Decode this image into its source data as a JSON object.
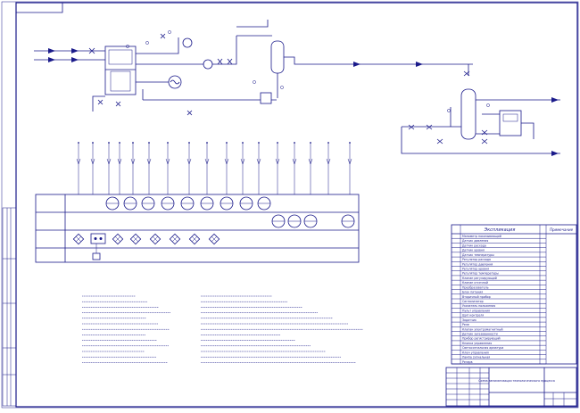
{
  "drawing": {
    "legend_title": "Экспликация",
    "legend_note": "Примечание",
    "stamp_title": "Схема автоматизации технологического процесса"
  },
  "colors": {
    "ink": "#1a1a8a",
    "paper": "#ffffff"
  },
  "legend_rows": [
    "Манометр показывающий",
    "Датчик давления",
    "Датчик расхода",
    "Датчик уровня",
    "Датчик температуры",
    "Регулятор расхода",
    "Регулятор давления",
    "Регулятор уровня",
    "Регулятор температуры",
    "Клапан регулирующий",
    "Клапан отсечной",
    "Преобразователь",
    "Блок питания",
    "Вторичный прибор",
    "Сигнализатор",
    "Указатель положения",
    "Пульт управления",
    "Щит контроля",
    "Задатчик",
    "Реле",
    "Клапан электромагнитный",
    "Датчик загазованности",
    "Прибор регистрирующий",
    "Кнопка управления",
    "Светосигнальная арматура",
    "Ключ управления",
    "Лампа сигнальная",
    "Резерв"
  ]
}
